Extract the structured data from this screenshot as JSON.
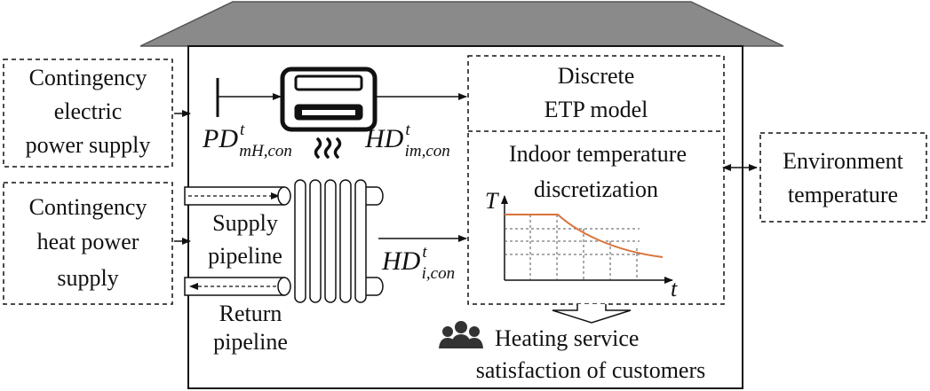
{
  "left_boxes": {
    "electric": [
      "Contingency",
      "electric",
      "power supply"
    ],
    "heat": [
      "Contingency",
      "heat power",
      "supply"
    ]
  },
  "right_box": [
    "Environment",
    "temperature"
  ],
  "etp_box": [
    "Discrete",
    "ETP model"
  ],
  "indoor_box": [
    "Indoor temperature",
    "discretization"
  ],
  "pipelines": {
    "supply": [
      "Supply",
      "pipeline"
    ],
    "return": [
      "Return",
      "pipeline"
    ]
  },
  "variables": {
    "pd": {
      "base": "PD",
      "sup": "t",
      "sub": "mH,con"
    },
    "hdim": {
      "base": "HD",
      "sup": "t",
      "sub": "im,con"
    },
    "hdi": {
      "base": "HD",
      "sup": "t",
      "sub": "i,con"
    }
  },
  "graph": {
    "y_axis": "T",
    "x_axis": "t"
  },
  "customers": [
    "Heating service",
    "satisfaction of customers"
  ],
  "colors": {
    "curve": "#d9733b",
    "roof": "#8a8a8a",
    "stroke": "#111111"
  },
  "icons": [
    "heat-pump-icon",
    "heat-waves-icon",
    "radiator-icon",
    "users-icon"
  ]
}
